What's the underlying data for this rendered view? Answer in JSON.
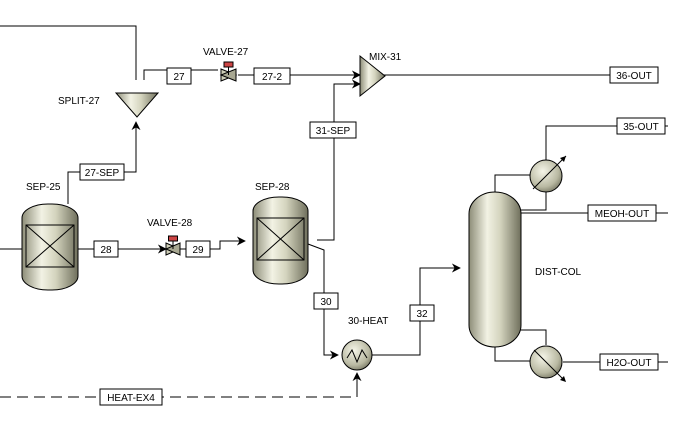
{
  "blocks": {
    "split27": "SPLIT-27",
    "valve27": "VALVE-27",
    "mix31": "MIX-31",
    "sep25": "SEP-25",
    "valve28": "VALVE-28",
    "sep28": "SEP-28",
    "heat30": "30-HEAT",
    "distcol": "DIST-COL"
  },
  "streams": {
    "s27": "27",
    "s27_2": "27-2",
    "s36out": "36-OUT",
    "s31sep": "31-SEP",
    "s27sep": "27-SEP",
    "s28": "28",
    "s29": "29",
    "s30": "30",
    "s32": "32",
    "s35out": "35-OUT",
    "meohout": "MEOH-OUT",
    "h2oout": "H2O-OUT",
    "heatex4": "HEAT-EX4"
  }
}
